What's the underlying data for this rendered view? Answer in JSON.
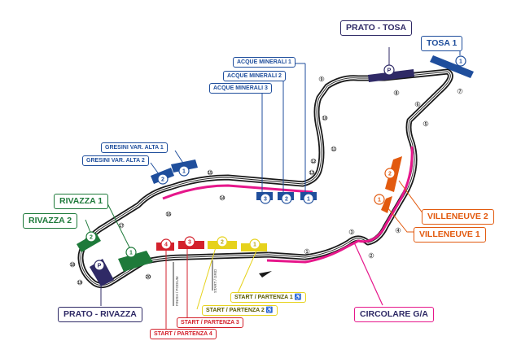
{
  "colors": {
    "prato": "#2f2a66",
    "tosa_acque_gresini": "#1f4e9c",
    "rivazza": "#1e7a3a",
    "villeneuve": "#e25a0f",
    "start_red": "#d3212c",
    "start_yellow": "#e6d21c",
    "circolare": "#e6178b",
    "track": "#1a1a1a"
  },
  "icons": {
    "parking": "P",
    "finish_flag": "checkered-flag-icon",
    "accessible": "wheelchair-icon"
  },
  "stands": {
    "prato_tosa": {
      "label": "PRATO - TOSA",
      "badge": "P"
    },
    "tosa_1": {
      "label": "TOSA 1",
      "badge": "1"
    },
    "acque_minerali_1": {
      "label": "ACQUE MINERALI 1",
      "badge": "1"
    },
    "acque_minerali_2": {
      "label": "ACQUE MINERALI 2",
      "badge": "2"
    },
    "acque_minerali_3": {
      "label": "ACQUE MINERALI 3",
      "badge": "3"
    },
    "gresini_alta_1": {
      "label": "GRESINI VAR. ALTA 1",
      "badge": "1"
    },
    "gresini_alta_2": {
      "label": "GRESINI VAR. ALTA 2",
      "badge": "2"
    },
    "rivazza_1": {
      "label": "RIVAZZA 1",
      "badge": "1"
    },
    "rivazza_2": {
      "label": "RIVAZZA 2",
      "badge": "2"
    },
    "prato_rivazza": {
      "label": "PRATO - RIVAZZA",
      "badge": "P"
    },
    "villeneuve_2": {
      "label": "VILLENEUVE 2",
      "badge": "2"
    },
    "villeneuve_1": {
      "label": "VILLENEUVE 1",
      "badge": "1"
    },
    "start_1": {
      "label": "START / PARTENZA 1",
      "badge": "1"
    },
    "start_2": {
      "label": "START / PARTENZA 2",
      "badge": "2"
    },
    "start_3": {
      "label": "START / PARTENZA 3",
      "badge": "3"
    },
    "start_4": {
      "label": "START / PARTENZA 4",
      "badge": "4"
    },
    "circolare": {
      "label": "CIRCOLARE G/A"
    }
  },
  "track_text": {
    "finish": "FINISH / PODIUM",
    "grid": "START / GRID"
  },
  "turns": [
    "1",
    "2",
    "3",
    "4",
    "5",
    "6",
    "7",
    "8",
    "9",
    "10",
    "11",
    "12",
    "13",
    "14",
    "15",
    "16",
    "17",
    "18",
    "19",
    "20"
  ]
}
